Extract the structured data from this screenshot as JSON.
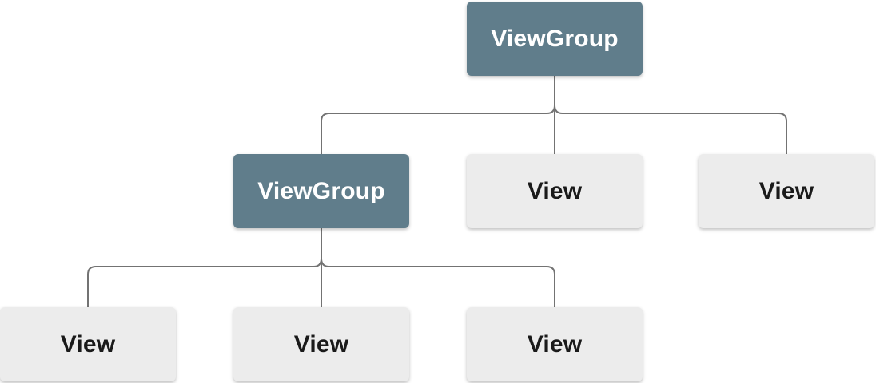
{
  "diagram": {
    "kind": "tree",
    "nodes": [
      {
        "id": "root",
        "label": "ViewGroup",
        "type": "viewgroup",
        "level": 1
      },
      {
        "id": "child1",
        "label": "ViewGroup",
        "type": "viewgroup",
        "level": 2
      },
      {
        "id": "child2",
        "label": "View",
        "type": "view",
        "level": 2
      },
      {
        "id": "child3",
        "label": "View",
        "type": "view",
        "level": 2
      },
      {
        "id": "gc1",
        "label": "View",
        "type": "view",
        "level": 3
      },
      {
        "id": "gc2",
        "label": "View",
        "type": "view",
        "level": 3
      },
      {
        "id": "gc3",
        "label": "View",
        "type": "view",
        "level": 3
      }
    ],
    "edges": [
      {
        "from": "root",
        "to": "child1"
      },
      {
        "from": "root",
        "to": "child2"
      },
      {
        "from": "root",
        "to": "child3"
      },
      {
        "from": "child1",
        "to": "gc1"
      },
      {
        "from": "child1",
        "to": "gc2"
      },
      {
        "from": "child1",
        "to": "gc3"
      }
    ]
  },
  "colors": {
    "viewgroup_fill": "#607D8B",
    "viewgroup_text": "#FFFFFF",
    "view_fill": "#ECECEC",
    "view_text": "#1A1A1A",
    "connector": "#737373",
    "background": "#FFFFFF"
  },
  "nodes": [
    {
      "label": "ViewGroup"
    },
    {
      "label": "ViewGroup"
    },
    {
      "label": "View"
    },
    {
      "label": "View"
    },
    {
      "label": "View"
    },
    {
      "label": "View"
    },
    {
      "label": "View"
    }
  ]
}
